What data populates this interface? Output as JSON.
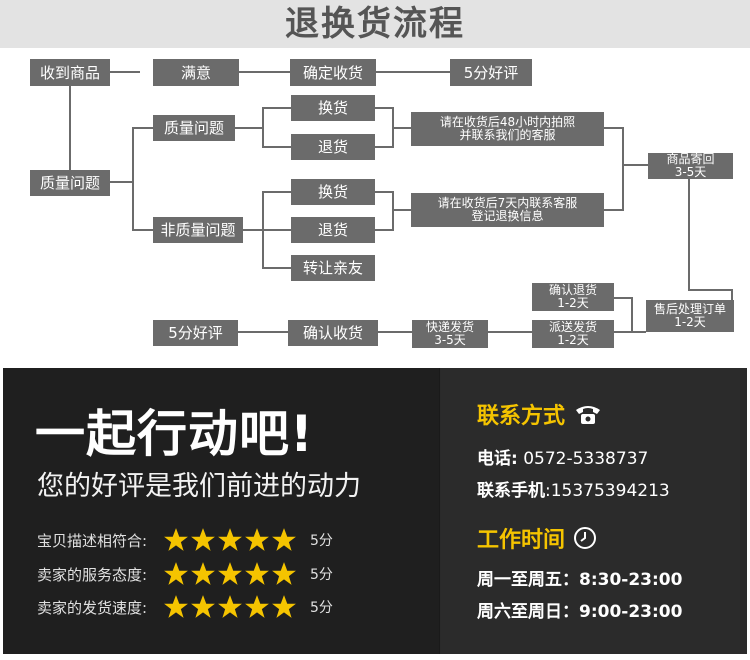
{
  "title": "退换货流程",
  "flow": {
    "received": "收到商品",
    "satisfied": "满意",
    "confirm_top": "确定收货",
    "rate_top": "5分好评",
    "quality_issue": "质量问题",
    "quality_branch": "质量问题",
    "nonquality_branch": "非质量问题",
    "q_exchange": "换货",
    "q_return": "退货",
    "nq_exchange": "换货",
    "nq_return": "退货",
    "nq_transfer": "转让亲友",
    "q_note": [
      "请在收货后48小时内拍照",
      "并联系我们的客服"
    ],
    "nq_note": [
      "请在收货后7天内联系客服",
      "登记退换信息"
    ],
    "send_back": [
      "商品寄回",
      "3-5天"
    ],
    "after_sales": [
      "售后处理订单",
      "1-2天"
    ],
    "confirm_refund": [
      "确认退货",
      "1-2天"
    ],
    "reship": [
      "派送发货",
      "1-2天"
    ],
    "express": [
      "快递发货",
      "3-5天"
    ],
    "confirm_bottom": "确认收货",
    "rate_bottom": "5分好评"
  },
  "banner": {
    "slogan": "一起行动吧!",
    "subslogan": "您的好评是我们前进的动力",
    "ratings": [
      {
        "label": "宝贝描述相符合:",
        "stars": 5,
        "score": "5分"
      },
      {
        "label": "卖家的服务态度:",
        "stars": 5,
        "score": "5分"
      },
      {
        "label": "卖家的发货速度:",
        "stars": 5,
        "score": "5分"
      }
    ],
    "contact_title": "联系方式",
    "phone_label": "电话:",
    "phone_value": " 0572-5338737",
    "mobile_label": "联系手机",
    "mobile_value": ":15375394213",
    "hours_title": "工作时间",
    "weekday": "周一至周五：8:30-23:00",
    "weekend": "周六至周日：9:00-23:00",
    "accent_color": "#f5c400",
    "icons": [
      "phone-icon",
      "clock-icon",
      "star-icon"
    ]
  }
}
